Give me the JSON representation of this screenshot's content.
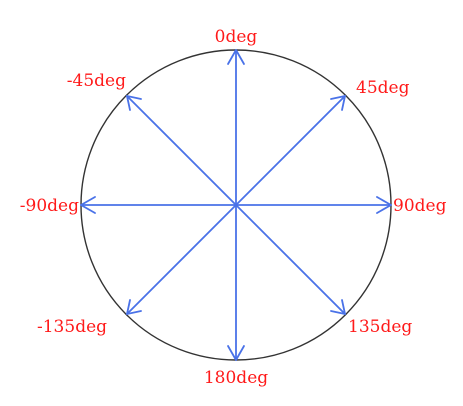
{
  "diagram": {
    "directions": [
      {
        "label": "0deg",
        "angle_deg": 0
      },
      {
        "label": "45deg",
        "angle_deg": 45
      },
      {
        "label": "90deg",
        "angle_deg": 90
      },
      {
        "label": "135deg",
        "angle_deg": 135
      },
      {
        "label": "180deg",
        "angle_deg": 180
      },
      {
        "label": "-135deg",
        "angle_deg": -135
      },
      {
        "label": "-90deg",
        "angle_deg": -90
      },
      {
        "label": "-45deg",
        "angle_deg": -45
      }
    ],
    "colors": {
      "circle": "#333333",
      "arrows": "#4a72e8",
      "labels": "#ff1a1a"
    }
  }
}
